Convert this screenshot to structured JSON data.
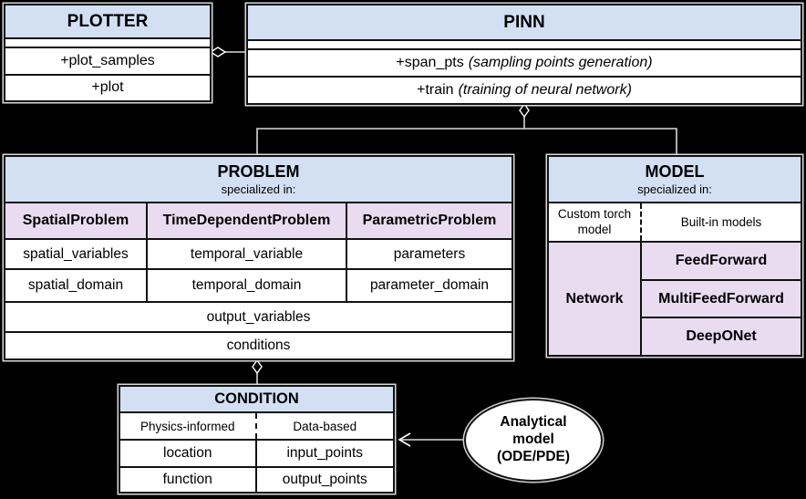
{
  "colors": {
    "background": "#000000",
    "header_blue": "#d3e0f4",
    "lavender": "#e9dcf1",
    "cell_white": "#ffffff",
    "border_black": "#111111",
    "connector_gray": "#d9d9d9"
  },
  "plotter": {
    "title": "PLOTTER",
    "methods": [
      "+plot_samples",
      "+plot"
    ]
  },
  "pinn": {
    "title": "PINN",
    "methods": [
      {
        "name": "+span_pts",
        "note": "(sampling points generation)"
      },
      {
        "name": "+train",
        "note": "(training of neural network)"
      }
    ]
  },
  "problem": {
    "title": "PROBLEM",
    "subtitle": "specialized in:",
    "columns": [
      {
        "name": "SpatialProblem",
        "attrs": [
          "spatial_variables",
          "spatial_domain"
        ]
      },
      {
        "name": "TimeDependentProblem",
        "attrs": [
          "temporal_variable",
          "temporal_domain"
        ]
      },
      {
        "name": "ParametricProblem",
        "attrs": [
          "parameters",
          "parameter_domain"
        ]
      }
    ],
    "shared": [
      "output_variables",
      "conditions"
    ]
  },
  "model": {
    "title": "MODEL",
    "subtitle": "specialized in:",
    "left_header": "Custom torch model",
    "right_header": "Built-in models",
    "left_cell": "Network",
    "right_cells": [
      "FeedForward",
      "MultiFeedForward",
      "DeepONet"
    ]
  },
  "condition": {
    "title": "CONDITION",
    "left_header": "Physics-informed",
    "right_header": "Data-based",
    "left_cells": [
      "location",
      "function"
    ],
    "right_cells": [
      "input_points",
      "output_points"
    ]
  },
  "analytical_model": {
    "lines": [
      "Analytical",
      "model",
      "(ODE/PDE)"
    ]
  }
}
